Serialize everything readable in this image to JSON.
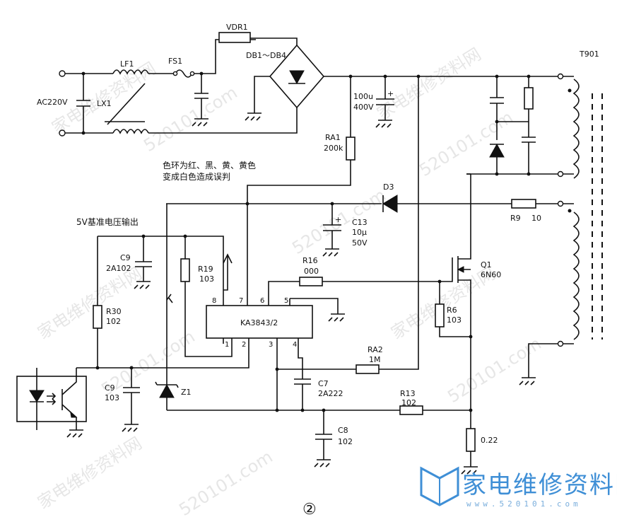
{
  "labels": {
    "vdr1": "VDR1",
    "db": "DB1～DB4",
    "lf1": "LF1",
    "fs1": "FS1",
    "ac": "AC220V",
    "lx1": "LX1",
    "t901": "T901",
    "cap_bulk_1": "100u",
    "cap_bulk_2": "400V",
    "ra1": "RA1",
    "ra1_val": "200k",
    "note_line1": "色环为红、黑、黄、黄色",
    "note_line2": "变成白色造成误判",
    "d3": "D3",
    "r9": "R9",
    "r9_val": "10",
    "ref5v": "5V基准电压输出",
    "c13": "C13",
    "c13_val": "10μ",
    "c13_volt": "50V",
    "c9a": "C9",
    "c9a_val": "2A102",
    "r19": "R19",
    "r19_val": "103",
    "r16": "R16",
    "r16_val": "000",
    "q1": "Q1",
    "q1_val": "6N60",
    "ic": "KA3843/2",
    "r6": "R6",
    "r6_val": "103",
    "r30": "R30",
    "r30_val": "102",
    "ra2": "RA2",
    "ra2_val": "1M",
    "c9b": "C9",
    "c9b_val": "103",
    "z1": "Z1",
    "c7": "C7",
    "c7_val": "2A222",
    "r13": "R13",
    "r13_val": "102",
    "c8": "C8",
    "c8_val": "102",
    "rs_val": "0.22",
    "figure_no": "②"
  },
  "pins": {
    "p1": "1",
    "p2": "2",
    "p3": "3",
    "p4": "4",
    "p5": "5",
    "p6": "6",
    "p7": "7",
    "p8": "8"
  },
  "watermark": {
    "cn": "家电维修资料网",
    "url": "520101.com"
  },
  "logo": {
    "cn": "家电维修资料网",
    "url": "www.520101.com"
  }
}
